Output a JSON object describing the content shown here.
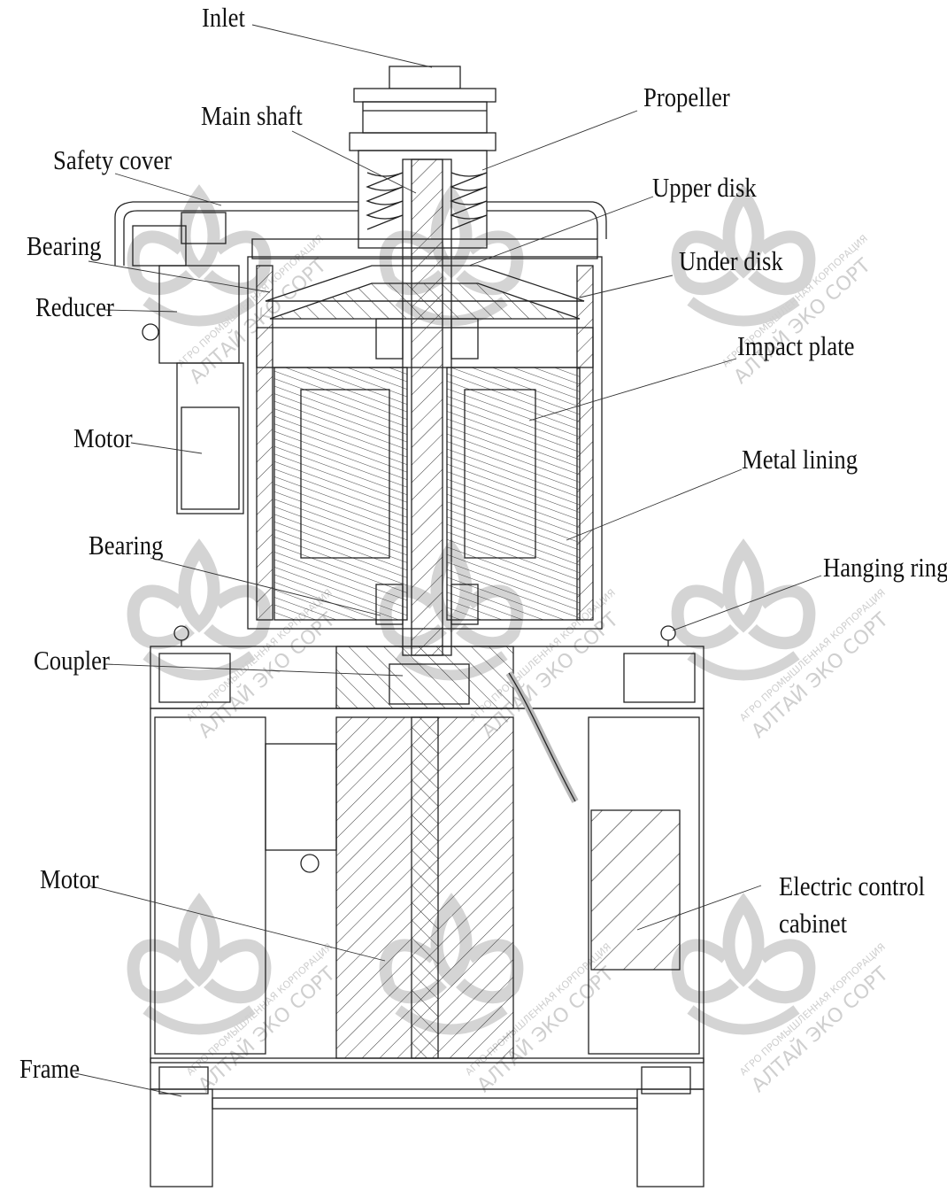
{
  "labels": {
    "inlet": "Inlet",
    "main_shaft": "Main shaft",
    "propeller": "Propeller",
    "safety_cover": "Safety cover",
    "upper_disk": "Upper disk",
    "bearing_top": "Bearing",
    "under_disk": "Under disk",
    "reducer": "Reducer",
    "impact_plate": "Impact plate",
    "motor_small": "Motor",
    "metal_lining": "Metal lining",
    "bearing_lower": "Bearing",
    "hanging_ring": "Hanging ring",
    "coupler": "Coupler",
    "motor_main": "Motor",
    "electric_control_cabinet": "Electric control\ncabinet",
    "frame": "Frame"
  },
  "watermark": {
    "line1": "АГРО ПРОМЫШЛЕННАЯ КОРПОРАЦИЯ",
    "line2": "АЛТАЙ ЭКО СОРТ"
  },
  "colors": {
    "ink": "#111111",
    "watermark": "#cfcfcf"
  }
}
